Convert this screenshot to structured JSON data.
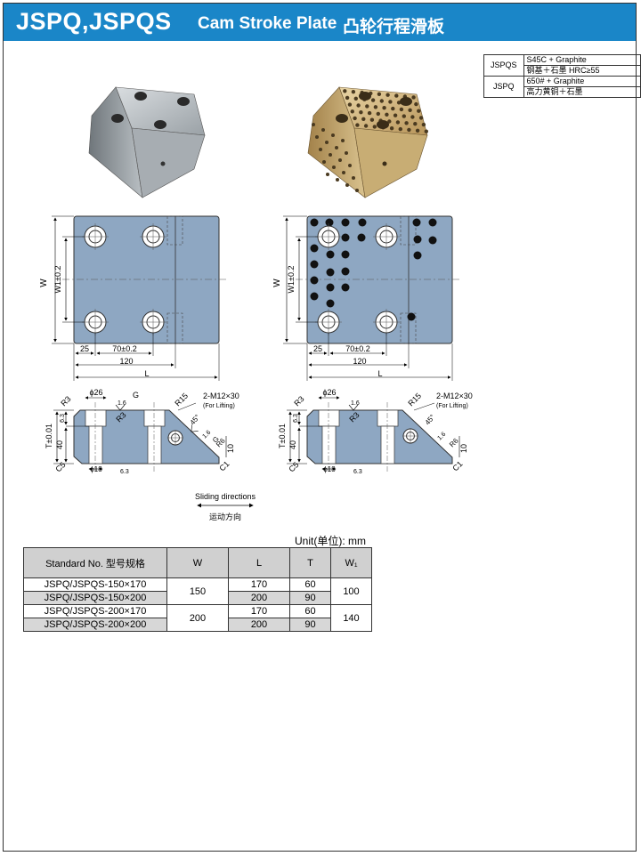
{
  "header": {
    "code": "JSPQ,JSPQS",
    "title_en": "Cam Stroke Plate",
    "title_cn": "凸轮行程滑板",
    "bg_color": "#1a86c8"
  },
  "materials": [
    {
      "code": "JSPQS",
      "line1": "S45C + Graphite",
      "line2": "钢基＋石墨 HRC≥55"
    },
    {
      "code": "JSPQ",
      "line1": "650# + Graphite",
      "line2": "高力黄铜＋石墨"
    }
  ],
  "drawing": {
    "w": "W",
    "w1": "W1±0.2",
    "pitch": "70±0.2",
    "offset": "25",
    "width120": "120",
    "l": "L",
    "phi26": "ϕ26",
    "g": "G",
    "r15": "R15",
    "thread": "2-M12×30",
    "lifting": "(For Lifting)",
    "r3": "R3",
    "r6": "R6",
    "r3b": "R3",
    "c1": "C1",
    "c5": "C5",
    "t": "T±0.01",
    "d40": "40",
    "d63": "6.3",
    "d63b": "6.3",
    "phi18": "ϕ18",
    "d16": "1.6",
    "d16b": "1.6",
    "d10": "10",
    "deg45": "45°",
    "slide_en": "Sliding directions",
    "slide_cn": "运动方向",
    "plate_color": "#8ea7c2"
  },
  "table": {
    "unit": "Unit(单位): mm",
    "headers": {
      "std": "Standard No.  型号规格",
      "w": "W",
      "l": "L",
      "t": "T",
      "w1": "W₁"
    },
    "rows": [
      {
        "std": "JSPQ/JSPQS-150×170",
        "w": "150",
        "l": "170",
        "t": "60",
        "w1": "100"
      },
      {
        "std": "JSPQ/JSPQS-150×200",
        "w": "150",
        "l": "200",
        "t": "90",
        "w1": "100"
      },
      {
        "std": "JSPQ/JSPQS-200×170",
        "w": "200",
        "l": "170",
        "t": "60",
        "w1": "140"
      },
      {
        "std": "JSPQ/JSPQS-200×200",
        "w": "200",
        "l": "200",
        "t": "90",
        "w1": "140"
      }
    ]
  }
}
